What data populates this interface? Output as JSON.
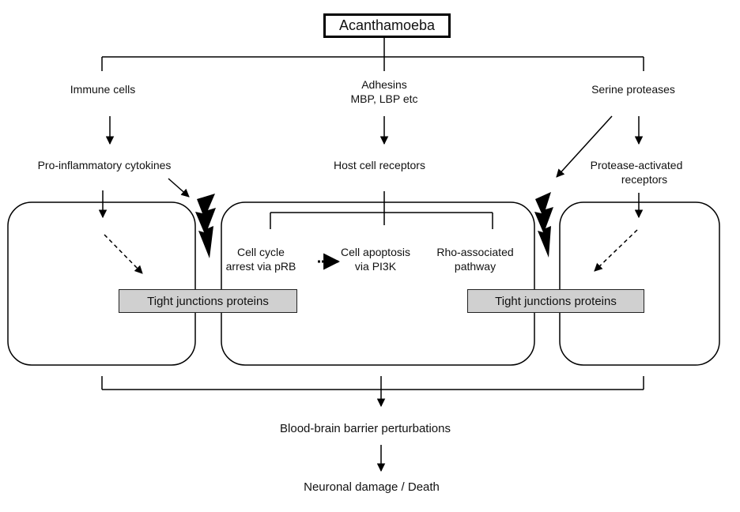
{
  "title": "Acanthamoeba",
  "branches": {
    "immune": "Immune cells",
    "adhesins": [
      "Adhesins",
      "MBP, LBP etc"
    ],
    "serine": "Serine proteases"
  },
  "second_level": {
    "cytokines": "Pro-inflammatory cytokines",
    "host_receptors": "Host cell receptors",
    "par": [
      "Protease-activated",
      "receptors"
    ]
  },
  "pathways": {
    "cell_cycle": [
      "Cell cycle",
      "arrest via pRB"
    ],
    "apoptosis": [
      "Cell apoptosis",
      "via PI3K"
    ],
    "rho": [
      "Rho-associated",
      "pathway"
    ]
  },
  "tight_junctions_left": "Tight junctions proteins",
  "tight_junctions_right": "Tight junctions proteins",
  "bbb": "Blood-brain barrier perturbations",
  "outcome": "Neuronal damage / Death"
}
